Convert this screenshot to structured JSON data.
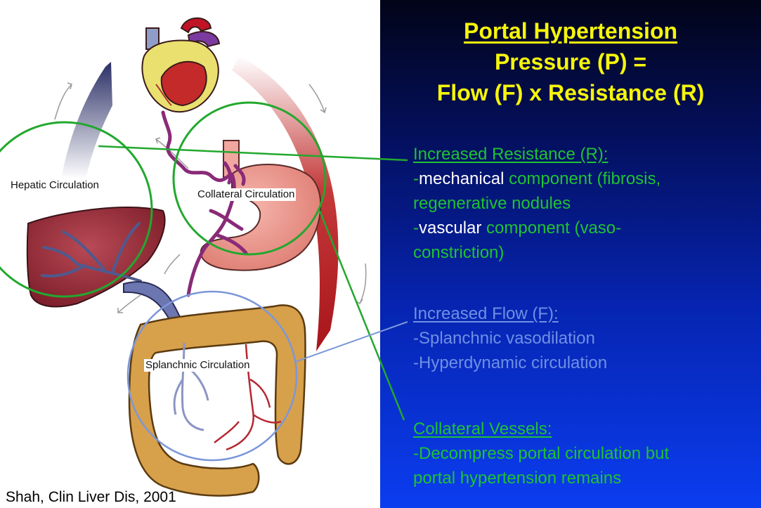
{
  "title": {
    "line1": "Portal Hypertension",
    "line2": "Pressure (P) =",
    "line3": "Flow (F) x Resistance (R)"
  },
  "resistance": {
    "heading": "Increased Resistance (R):",
    "mech_dash": "-",
    "mech_bold": "mechanical",
    "mech_rest": " component (fibrosis,",
    "mech_line2": "regenerative nodules",
    "vasc_dash": "-",
    "vasc_bold": "vascular",
    "vasc_rest": " component (vaso-",
    "vasc_line2": "constriction)"
  },
  "flow": {
    "heading": "Increased Flow (F):",
    "item1": "-Splanchnic vasodilation",
    "item2": "-Hyperdynamic circulation"
  },
  "collateral": {
    "heading": "Collateral Vessels:",
    "line1": "-Decompress portal circulation but",
    "line2": "portal hypertension remains"
  },
  "labels": {
    "hepatic": "Hepatic Circulation",
    "collateral": "Collateral Circulation",
    "splanchnic": "Splanchnic Circulation"
  },
  "citation": "Shah, Clin Liver Dis, 2001",
  "colors": {
    "title": "#f5f50a",
    "green": "#1ec332",
    "blue": "#6f90e4",
    "callout_green": "#22a82e",
    "callout_blue": "#7b97d9"
  }
}
